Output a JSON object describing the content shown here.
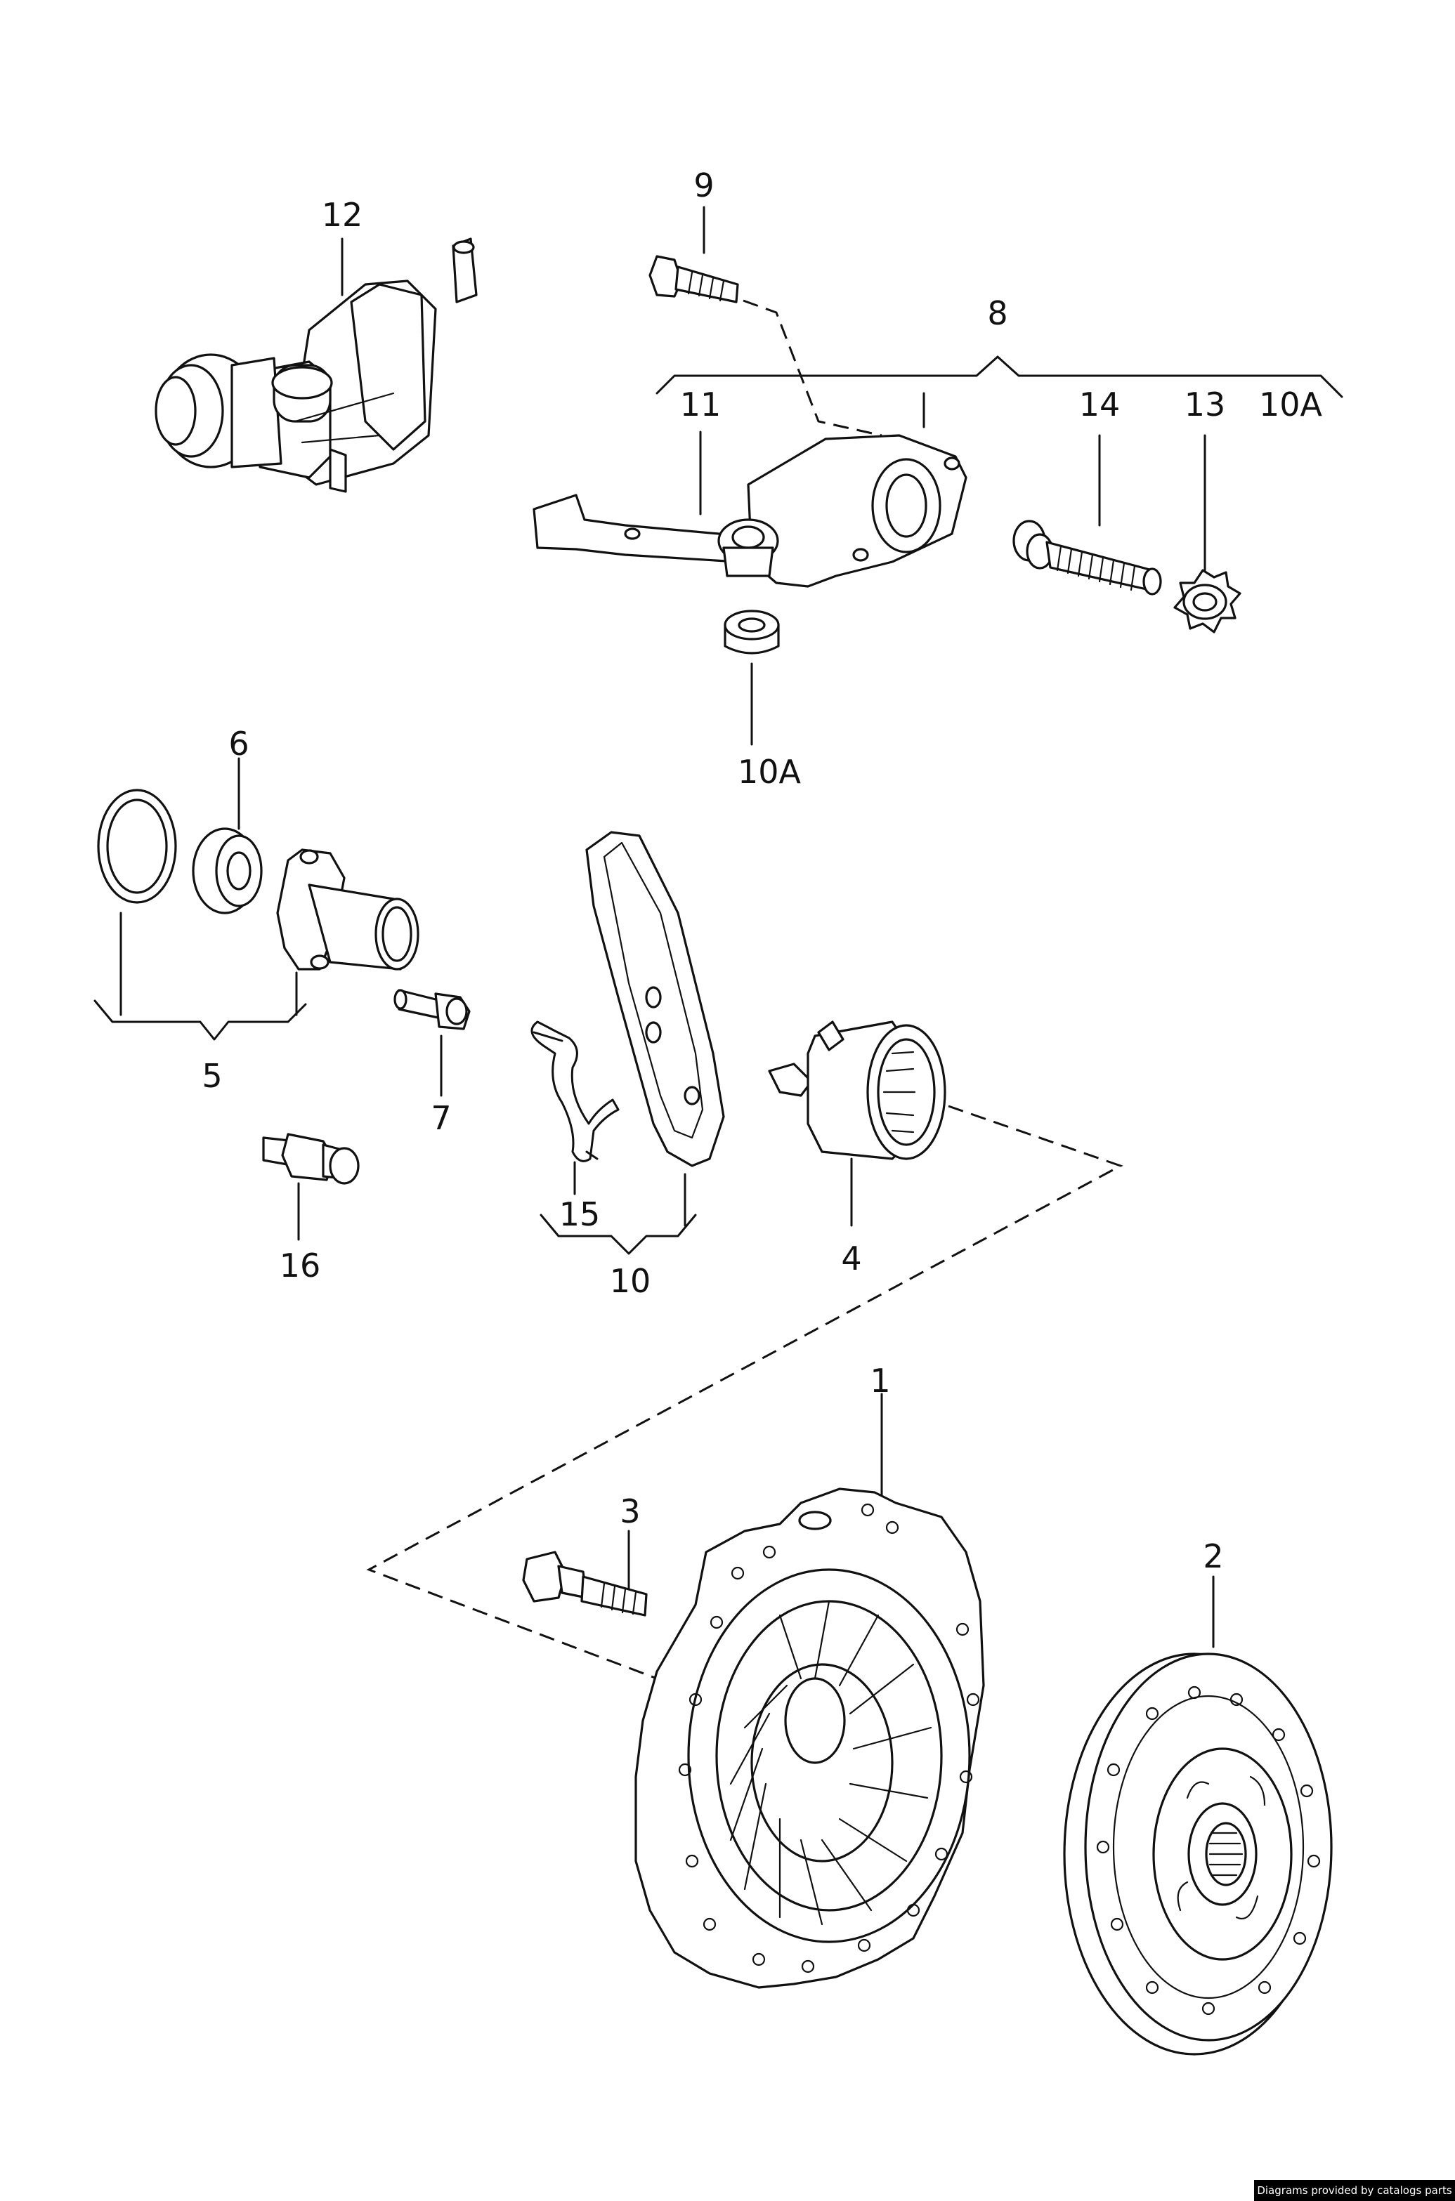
{
  "callouts": {
    "c1": "1",
    "c2": "2",
    "c3": "3",
    "c4": "4",
    "c5": "5",
    "c6": "6",
    "c7": "7",
    "c8": "8",
    "c9": "9",
    "c10": "10",
    "c10a_top": "10A",
    "c10a": "10A",
    "c11": "11",
    "c12": "12",
    "c13": "13",
    "c14": "14",
    "c15": "15",
    "c16": "16"
  },
  "credit": "Diagrams provided by catalogs parts"
}
